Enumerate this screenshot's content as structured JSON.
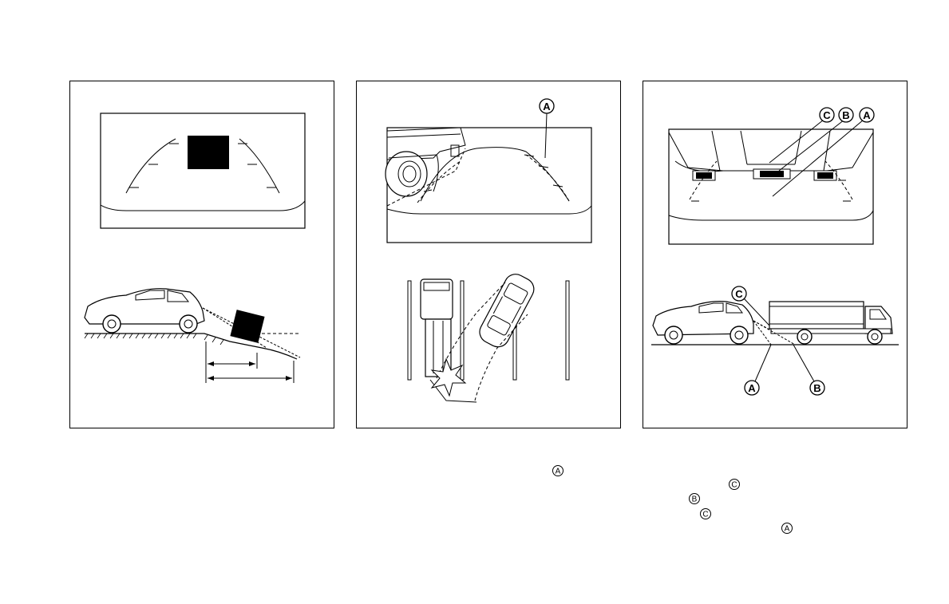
{
  "panels": [
    {
      "name": "flat-road-vs-slope-illustration"
    },
    {
      "name": "parking-guide-line-collision-illustration",
      "callouts": {
        "a": "A"
      }
    },
    {
      "name": "truck-distance-guide-line-illustration",
      "callouts": {
        "a": "A",
        "b": "B",
        "c": "C"
      }
    }
  ],
  "inline_callouts": {
    "a1": "A",
    "c1": "C",
    "b1": "B",
    "c2": "C",
    "a2": "A"
  },
  "colors": {
    "line": "#000000",
    "fill_dark": "#000000",
    "background": "#ffffff",
    "gray": "#555555"
  }
}
